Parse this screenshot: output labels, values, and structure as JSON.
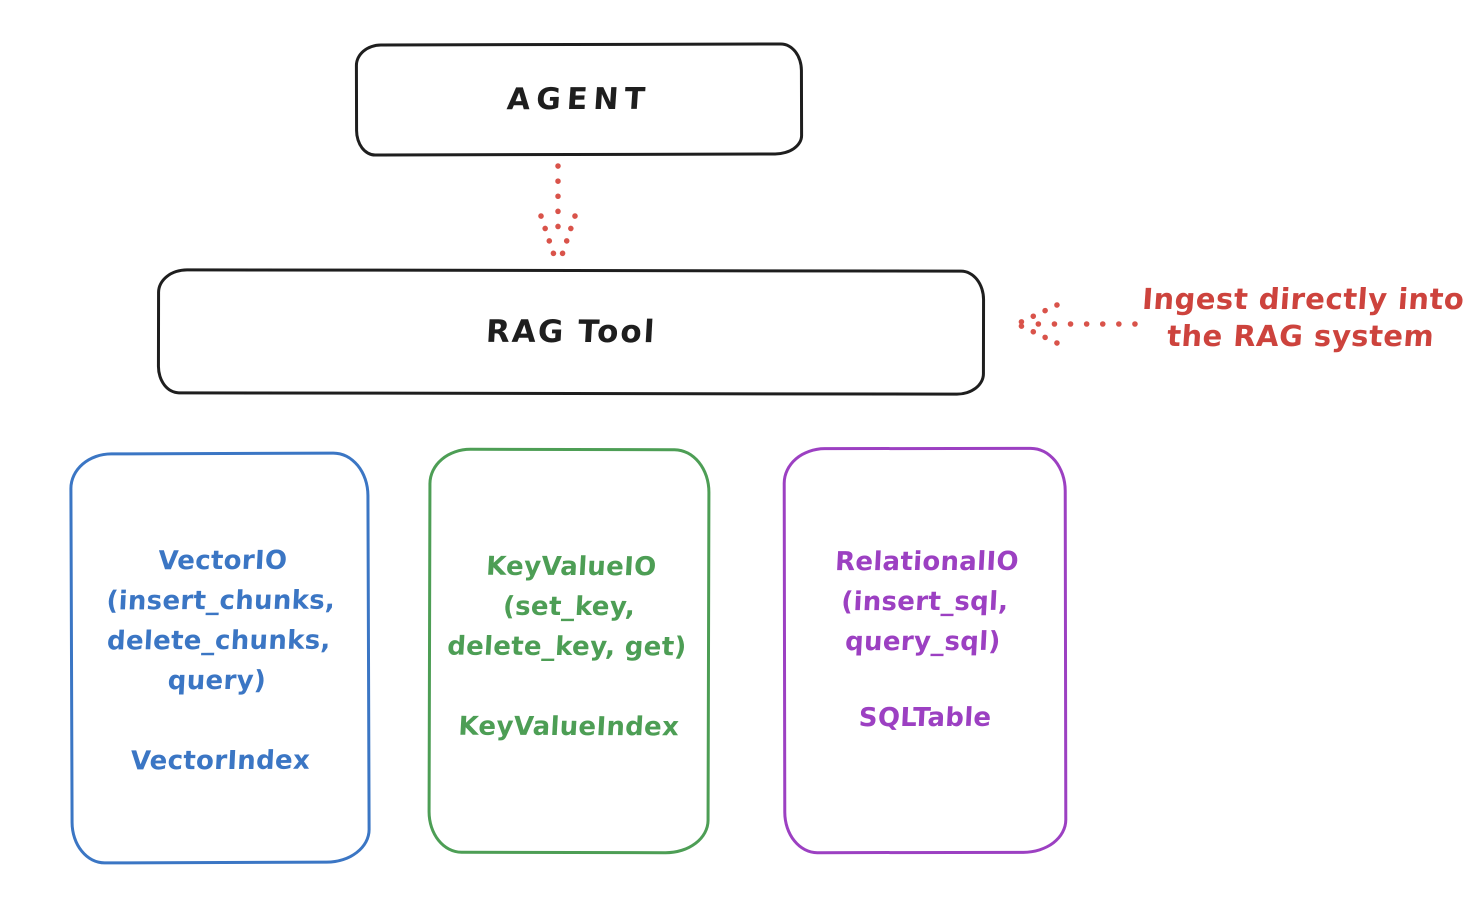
{
  "diagram": {
    "agent": {
      "label": "AGENT"
    },
    "rag_tool": {
      "label": "RAG Tool"
    },
    "annotation": {
      "line1": "Ingest directly into",
      "line2": "the RAG system"
    },
    "boxes": {
      "vector": {
        "line1": "VectorIO",
        "line2": "(insert_chunks,",
        "line3": "delete_chunks,",
        "line4": "query)",
        "index_label": "VectorIndex",
        "color": "#3b76c4"
      },
      "keyvalue": {
        "line1": "KeyValueIO",
        "line2": "(set_key,",
        "line3": "delete_key, get)",
        "index_label": "KeyValueIndex",
        "color": "#4d9e55"
      },
      "relational": {
        "line1": "RelationalIO",
        "line2": "(insert_sql,",
        "line3": "query_sql)",
        "index_label": "SQLTable",
        "color": "#9c40c2"
      }
    },
    "colors": {
      "ink": "#1e1e1e",
      "accent_red": "#cd433d",
      "vector_blue": "#3b76c4",
      "keyvalue_green": "#4d9e55",
      "relational_purple": "#9c40c2"
    }
  }
}
